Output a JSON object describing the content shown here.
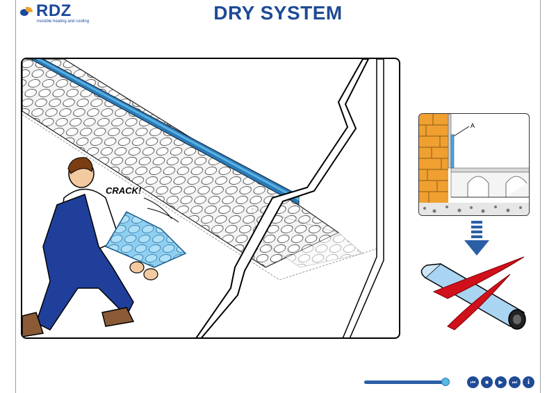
{
  "header": {
    "logo_text": "RDZ",
    "logo_tagline": "invisible heating and cooling",
    "title": "DRY SYSTEM"
  },
  "illustration": {
    "exclamation": "CRACK!"
  },
  "detail": {
    "callout_label": "A"
  },
  "player": {
    "progress": 0.96,
    "controls": [
      {
        "name": "previous-button",
        "icon": "skip-back-icon",
        "glyph": "⏮"
      },
      {
        "name": "stop-button",
        "icon": "stop-icon",
        "glyph": "■"
      },
      {
        "name": "play-button",
        "icon": "play-icon",
        "glyph": "▶"
      },
      {
        "name": "next-button",
        "icon": "skip-forward-icon",
        "glyph": "⏭"
      },
      {
        "name": "info-button",
        "icon": "info-icon",
        "glyph": "i"
      }
    ]
  },
  "colors": {
    "brand_blue": "#1f4b96",
    "accent_orange": "#f0a030",
    "panel_blue": "#7fc4ec",
    "cross_red": "#d0101a"
  }
}
